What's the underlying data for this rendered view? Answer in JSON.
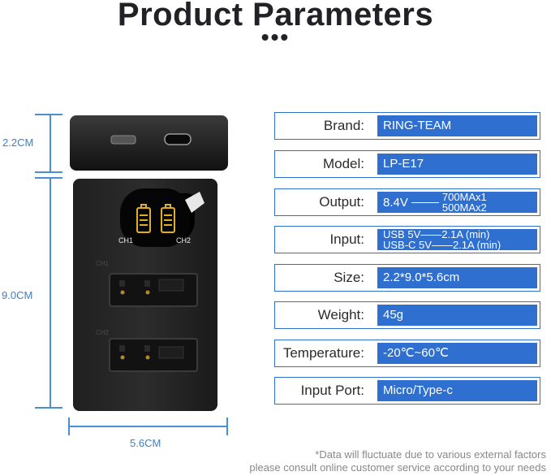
{
  "header": {
    "title": "Product Parameters",
    "dots": "•••"
  },
  "dimensions": {
    "height_top": "2.2CM",
    "height_body": "9.0CM",
    "width": "5.6CM"
  },
  "device": {
    "channel1_label": "CH1",
    "channel2_label": "CH2",
    "slot1_label": "CH1",
    "slot2_label": "CH2"
  },
  "specs": [
    {
      "label": "Brand:",
      "value": "RING-TEAM"
    },
    {
      "label": "Model:",
      "value": "LP-E17"
    },
    {
      "label": "Output:",
      "value": "8.4V",
      "lines": [
        "700MAx1",
        "500MAx2"
      ]
    },
    {
      "label": "Input:",
      "lines": [
        "USB 5V——2.1A (min)",
        "USB-C 5V——2.1A (min)"
      ]
    },
    {
      "label": "Size:",
      "value": "2.2*9.0*5.6cm"
    },
    {
      "label": "Weight:",
      "value": "45g"
    },
    {
      "label": "Temperature:",
      "value": "-20℃~60℃"
    },
    {
      "label": "Input Port:",
      "value": "Micro/Type-c"
    }
  ],
  "footnote": {
    "line1": "*Data will fluctuate due to various external factors",
    "line2": "please consult online customer service according to your needs"
  }
}
